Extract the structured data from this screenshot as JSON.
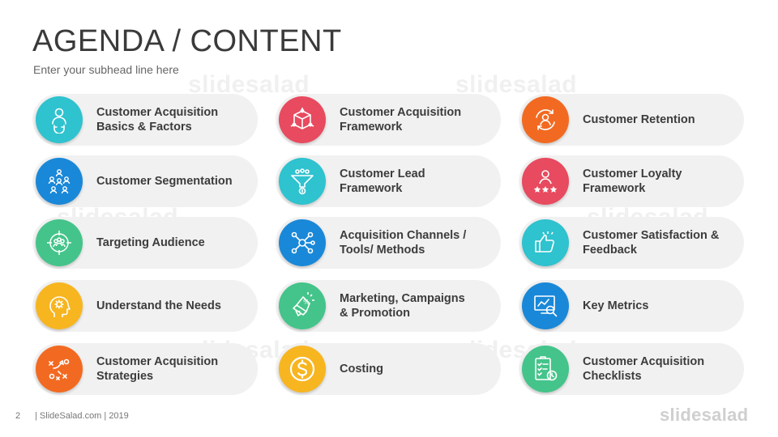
{
  "slide": {
    "title": "AGENDA / CONTENT",
    "subhead": "Enter your subhead line here",
    "watermark": "slidesalad",
    "page_number": "2",
    "footer": "| SlideSalad.com | 2019",
    "footer_logo": "slidesalad"
  },
  "items": [
    {
      "label": "Customer Acquisition\nBasics & Factors",
      "color": "#2fc2cf",
      "icon": "customer-magnet-icon"
    },
    {
      "label": "Customer Acquisition\nFramework",
      "color": "#e84a5f",
      "icon": "framework-cube-icon"
    },
    {
      "label": "Customer Retention",
      "color": "#f26a21",
      "icon": "retention-cycle-icon"
    },
    {
      "label": "Customer Segmentation",
      "color": "#1a88d8",
      "icon": "segmentation-people-icon"
    },
    {
      "label": "Customer Lead\nFramework",
      "color": "#2fc2cf",
      "icon": "lead-funnel-icon"
    },
    {
      "label": "Customer Loyalty\nFramework",
      "color": "#e84a5f",
      "icon": "loyalty-stars-icon"
    },
    {
      "label": "Targeting Audience",
      "color": "#44c48a",
      "icon": "target-audience-icon"
    },
    {
      "label": "Acquisition Channels /\nTools/ Methods",
      "color": "#1a88d8",
      "icon": "channels-network-icon"
    },
    {
      "label": "Customer Satisfaction &\nFeedback",
      "color": "#2fc2cf",
      "icon": "thumbs-up-icon"
    },
    {
      "label": "Understand the Needs",
      "color": "#f7b520",
      "icon": "head-gear-icon"
    },
    {
      "label": "Marketing, Campaigns\n& Promotion",
      "color": "#44c48a",
      "icon": "megaphone-icon"
    },
    {
      "label": "Key Metrics",
      "color": "#1a88d8",
      "icon": "metrics-monitor-icon"
    },
    {
      "label": "Customer Acquisition\nStrategies",
      "color": "#f26a21",
      "icon": "strategy-play-icon"
    },
    {
      "label": "Costing",
      "color": "#f7b520",
      "icon": "dollar-coin-icon"
    },
    {
      "label": "Customer Acquisition\nChecklists",
      "color": "#44c48a",
      "icon": "checklist-clock-icon"
    }
  ]
}
